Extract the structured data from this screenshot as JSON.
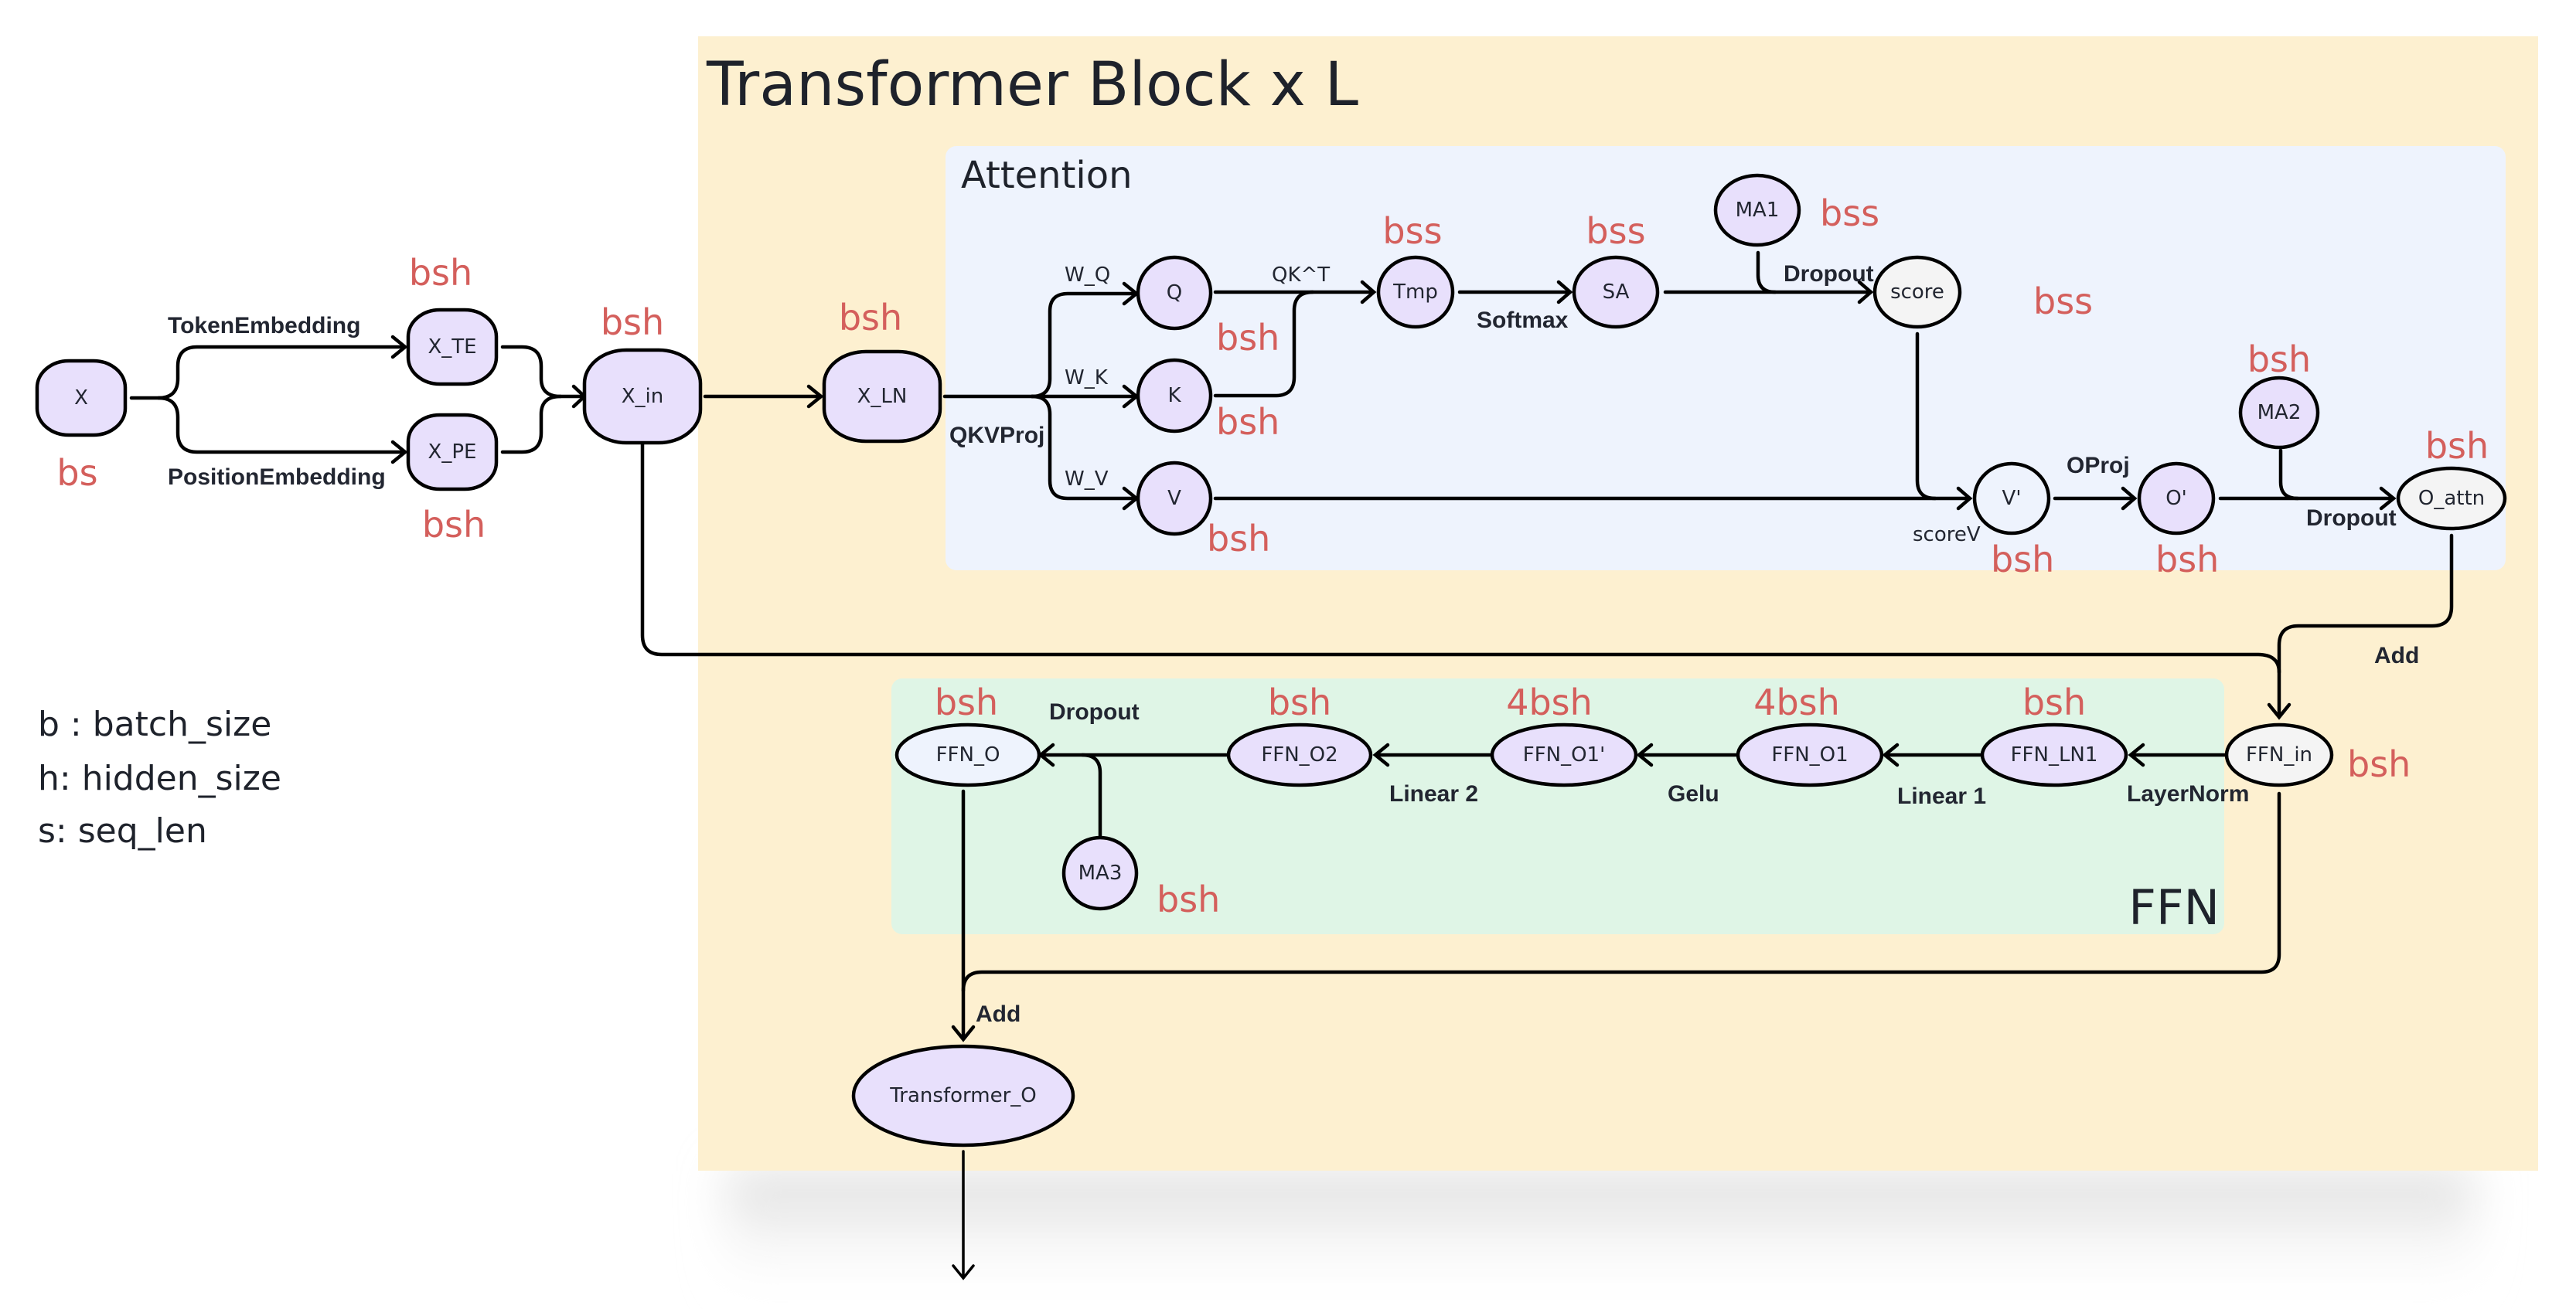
{
  "colors": {
    "transformer_block_bg": "#fdf0d0",
    "attention_bg": "#eef3fd",
    "ffn_bg": "#dff5e6",
    "node_fill": "#e8e0fc",
    "node_fill_plain": "#f4f4f4",
    "dim_label": "#d45f5c",
    "text": "#1e222b"
  },
  "groups": {
    "transformer_block": "Transformer Block x L",
    "attention": "Attention",
    "ffn": "FFN"
  },
  "legend": [
    "b : batch_size",
    "h: hidden_size",
    "s: seq_len"
  ],
  "nodes": {
    "x": {
      "label": "X",
      "dim": "bs"
    },
    "x_te": {
      "label": "X_TE",
      "dim": "bsh"
    },
    "x_pe": {
      "label": "X_PE",
      "dim": "bsh"
    },
    "x_in": {
      "label": "X_in",
      "dim": "bsh"
    },
    "x_ln": {
      "label": "X_LN",
      "dim": "bsh"
    },
    "q": {
      "label": "Q",
      "dim": "bsh"
    },
    "k": {
      "label": "K",
      "dim": "bsh"
    },
    "v": {
      "label": "V",
      "dim": "bsh"
    },
    "tmp": {
      "label": "Tmp",
      "dim": "bss"
    },
    "sa": {
      "label": "SA",
      "dim": "bss"
    },
    "ma1": {
      "label": "MA1",
      "dim": "bss"
    },
    "score": {
      "label": "score",
      "dim": "bss"
    },
    "v_prime": {
      "label": "V'",
      "dim": "bsh"
    },
    "o_prime": {
      "label": "O'",
      "dim": "bsh"
    },
    "ma2": {
      "label": "MA2",
      "dim": "bsh"
    },
    "o_attn": {
      "label": "O_attn",
      "dim": "bsh"
    },
    "ffn_in": {
      "label": "FFN_in",
      "dim": "bsh"
    },
    "ffn_ln1": {
      "label": "FFN_LN1",
      "dim": "bsh"
    },
    "ffn_o1": {
      "label": "FFN_O1",
      "dim": "4bsh"
    },
    "ffn_o1_prime": {
      "label": "FFN_O1'",
      "dim": "4bsh"
    },
    "ffn_o2": {
      "label": "FFN_O2",
      "dim": "bsh"
    },
    "ffn_o": {
      "label": "FFN_O",
      "dim": "bsh"
    },
    "ma3": {
      "label": "MA3",
      "dim": "bsh"
    },
    "transformer_o": {
      "label": "Transformer_O"
    }
  },
  "edges": {
    "token_embedding": "TokenEmbedding",
    "position_embedding": "PositionEmbedding",
    "qkv_proj": "QKVProj",
    "w_q": "W_Q",
    "w_k": "W_K",
    "w_v": "W_V",
    "qk_t": "QK^T",
    "softmax": "Softmax",
    "dropout_attn_score": "Dropout",
    "score_v": "scoreV",
    "o_proj": "OProj",
    "dropout_attn_out": "Dropout",
    "add_attn": "Add",
    "layer_norm": "LayerNorm",
    "linear1": "Linear 1",
    "gelu": "Gelu",
    "linear2": "Linear 2",
    "dropout_ffn": "Dropout",
    "add_ffn": "Add"
  }
}
